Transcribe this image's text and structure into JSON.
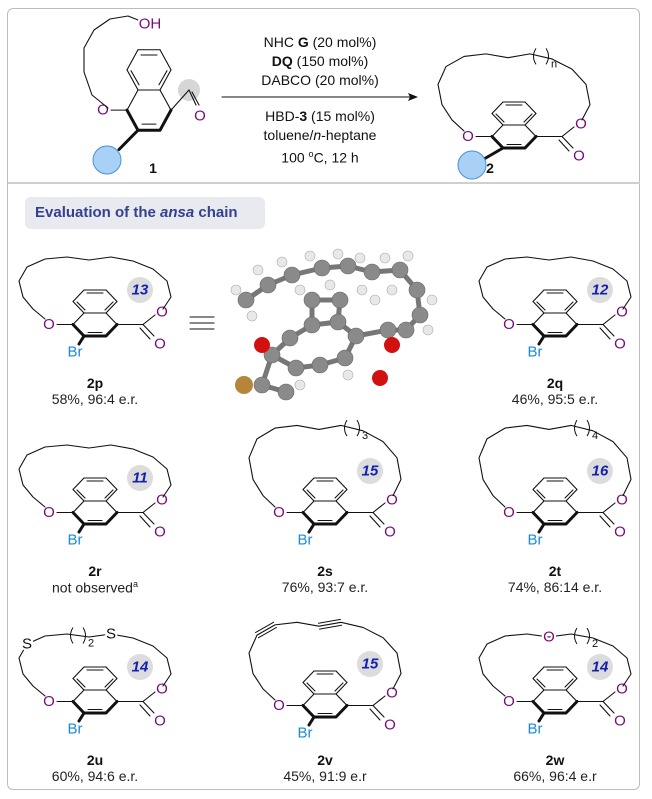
{
  "scheme": {
    "starting_material": {
      "label": "1",
      "oh": "OH",
      "o": "O",
      "aldehyde_o": "O"
    },
    "product": {
      "label": "2",
      "chain_subscript": "n",
      "o": "O"
    },
    "conditions_above": [
      {
        "pre": "NHC ",
        "bold": "G",
        "post": " (20 mol%)"
      },
      {
        "pre": "",
        "bold": "DQ",
        "post": " (150 mol%)"
      },
      {
        "pre": "DABCO (20 mol%)",
        "bold": "",
        "post": ""
      }
    ],
    "conditions_below": [
      {
        "pre": "HBD-",
        "bold": "3",
        "post": " (15 mol%)"
      },
      {
        "pre": "toluene/",
        "italic": "n",
        "post": "-heptane"
      },
      {
        "pre": "100 ",
        "sup": "o",
        "post": "C, 12 h"
      }
    ]
  },
  "section": {
    "title_pre": "Evaluation of the ",
    "title_italic": "ansa",
    "title_post": " chain"
  },
  "atoms": {
    "o": "O",
    "br": "Br",
    "s": "S"
  },
  "colors": {
    "oxygen": "#7a0a7a",
    "bromine": "#1d8ad8",
    "badge": "#dcdcdc",
    "badge_text": "#1520b0",
    "placeholder_group": "#a9d0f5",
    "title": "#34418f"
  },
  "compounds": [
    {
      "id": "2p",
      "ring_size": "13",
      "result": "58%, 96:4 e.r.",
      "chain": "plain"
    },
    {
      "id": "2q",
      "ring_size": "12",
      "result": "46%, 95:5 e.r.",
      "chain": "plain"
    },
    {
      "id": "2r",
      "ring_size": "11",
      "result": "not observed",
      "sup": "a",
      "chain": "plain"
    },
    {
      "id": "2s",
      "ring_size": "15",
      "result": "76%, 93:7 e.r.",
      "chain": "paren",
      "note": "3"
    },
    {
      "id": "2t",
      "ring_size": "16",
      "result": "74%, 86:14 e.r.",
      "chain": "paren",
      "note": "4"
    },
    {
      "id": "2u",
      "ring_size": "14",
      "result": "60%, 94:6 e.r.",
      "chain": "thioether",
      "note": "2"
    },
    {
      "id": "2v",
      "ring_size": "15",
      "result": "45%, 91:9 e.r",
      "chain": "diyne"
    },
    {
      "id": "2w",
      "ring_size": "14",
      "result": "66%, 96:4 e.r",
      "chain": "ether",
      "note": "2"
    }
  ]
}
